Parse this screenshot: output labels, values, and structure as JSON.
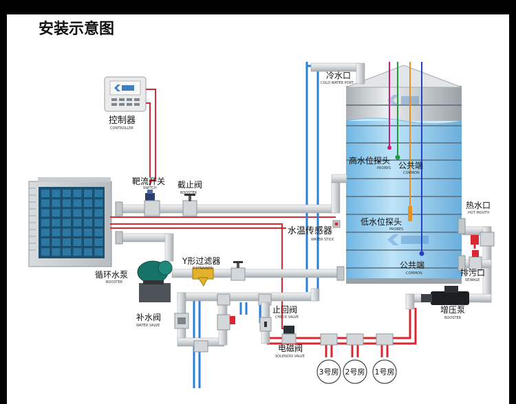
{
  "title": "安装示意图",
  "labels": {
    "controller": "控制器",
    "controller_sub": "CONTROLLER",
    "target_switch": "靶流开关",
    "target_switch_sub": "SWITCH",
    "stop_valve": "截止阀",
    "stop_valve_sub": "BOOSTER",
    "circ_pump": "循环水泵",
    "circ_pump_sub": "BOOSTER",
    "y_strainer": "Y形过滤器",
    "y_strainer_sub": "Y-STRAINER",
    "water_temp": "水温传感器",
    "water_temp_sub": "WATER STICK",
    "cold_port": "冷水口",
    "cold_port_sub": "COLD WATER PORT",
    "high_probe": "高水位探头",
    "high_probe_sub": "PROBES",
    "common1": "公共端",
    "common1_sub": "COMMON",
    "low_probe": "低水位探头",
    "low_probe_sub": "PROBES",
    "common2": "公共端",
    "common2_sub": "COMMON",
    "hot_port": "热水口",
    "hot_port_sub": "HOT MOUTH",
    "drain_port": "排污口",
    "drain_port_sub": "SEWAGE",
    "makeup_valve": "补水阀",
    "makeup_valve_sub": "WATER VALVE",
    "check_valve": "止回阀",
    "check_valve_sub": "CHECK VALVE",
    "solenoid_valve": "电磁阀",
    "solenoid_valve_sub": "SOLENOID VALVE",
    "booster_pump": "增压泵",
    "booster_pump_sub": "BOOSTER",
    "room3": "3号房",
    "room2": "2号房",
    "room1": "1号房"
  },
  "colors": {
    "pipe_blue": "#2a7fd6",
    "pipe_red": "#d9282f",
    "pipe_grey": "#cfd3d6",
    "tank_water": "#9fd3f2",
    "tank_steel": "#c9ced2",
    "probe_magenta": "#d0197a",
    "probe_green": "#1f9a3c",
    "probe_orange": "#e8911f",
    "probe_blue": "#2240c8"
  }
}
